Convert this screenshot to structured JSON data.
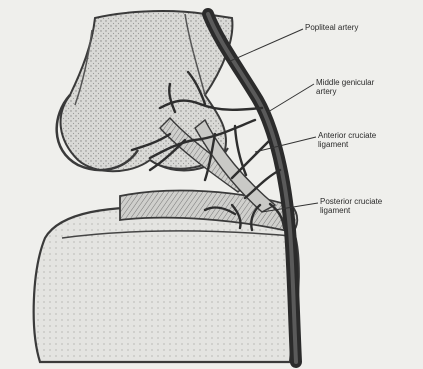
{
  "figure": {
    "labels": {
      "popliteal_artery": "Popliteal artery",
      "middle_genicular_artery": [
        "Middle genicular",
        "artery"
      ],
      "anterior_cruciate_ligament": [
        "Anterior cruciate",
        "ligament"
      ],
      "posterior_cruciate_ligament": [
        "Posterior cruciate",
        "ligament"
      ]
    }
  }
}
